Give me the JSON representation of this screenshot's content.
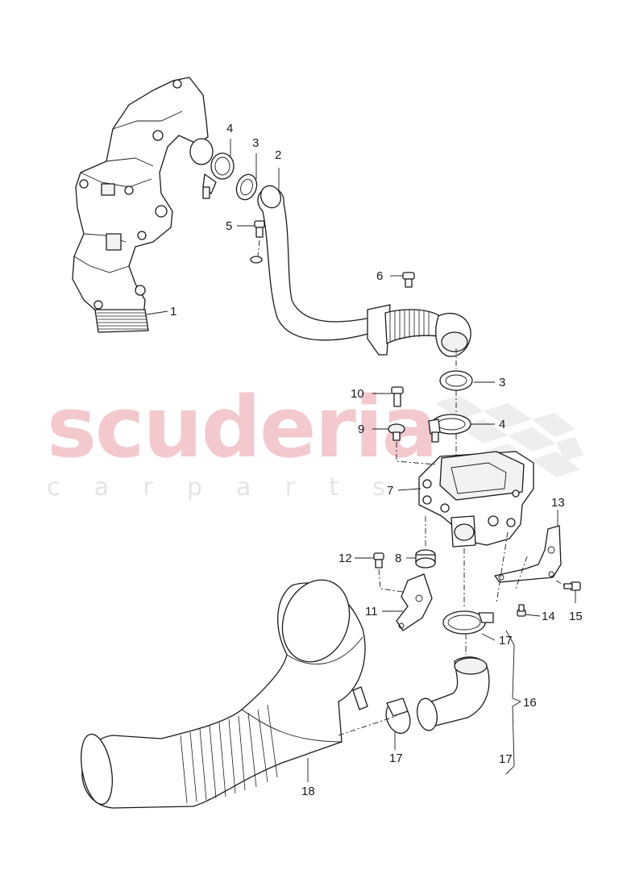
{
  "watermark": {
    "brand": "scuderia",
    "tagline": "c a r   p a r t s"
  },
  "callouts": [
    "1",
    "2",
    "3",
    "4",
    "5",
    "6",
    "3",
    "4",
    "7",
    "8",
    "9",
    "10",
    "11",
    "12",
    "13",
    "14",
    "15",
    "16",
    "17",
    "17",
    "17",
    "18"
  ],
  "colors": {
    "watermark_red": "#f3c9cd",
    "watermark_grey": "#e4e4e4",
    "line": "#1a1a1a"
  }
}
